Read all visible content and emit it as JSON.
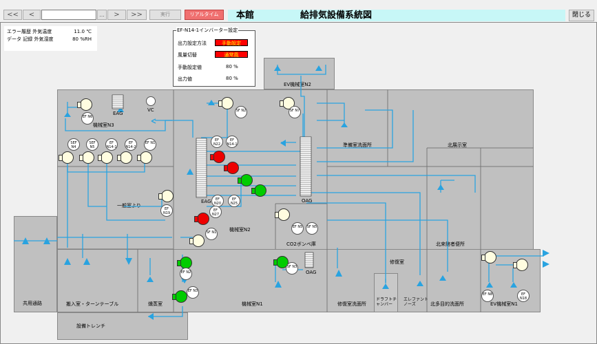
{
  "toolbar": {
    "first": "<<",
    "prev": "<",
    "date_value": "",
    "ellipsis": "...",
    "next": ">",
    "last": ">>",
    "run": "実行",
    "realtime": "リアルタイム",
    "building": "本館",
    "title": "給排気設備系統図",
    "close": "閉じる"
  },
  "weather": {
    "row1_label": "エラー履歴 外気温度",
    "row1_value": "11.0 ℃",
    "row2_label": "データ 記録 外気湿度",
    "row2_value": "80 %RH"
  },
  "inverter": {
    "title": "EF-N14-1インバーター設定",
    "mode_label": "出力設定方法",
    "mode_value": "手動設定",
    "switch_label": "風量切替",
    "switch_value": "通常風",
    "manual_label": "手動設定値",
    "manual_value": "80 %",
    "output_label": "出力値",
    "output_value": "80 %"
  },
  "rooms": {
    "ev_n2": "EV機械室N2",
    "mech_n3": "機械室N3",
    "mech_n2": "機械室N2",
    "mech_n1": "機械室N1",
    "co2": "CO2ボンベ庫",
    "from_general": "一般室より",
    "prep_toilet": "準備室洗面所",
    "exhibit": "北展示室",
    "north_conf": "北来館者便所",
    "sharedpass": "共用通路",
    "loading": "搬入室・ターンテーブル",
    "smoke": "燻蒸室",
    "repair_wash": "修復室洗面所",
    "repair": "修復室",
    "draft": "ドラフトチャンバー",
    "elevator": "エレファントノーズ",
    "north_toilet": "北多目的洗面所",
    "ev_n1": "EV機械室N1",
    "trench": "設備トレンチ"
  },
  "equip": {
    "eag_top": "EAG",
    "vc": "VC",
    "ef_n6": "EF N6",
    "sef_n4": "SEF N4",
    "sef_n5": "SEF N5",
    "ef_n14_1": "EF N14-1",
    "ef_n14_2": "EF N14-2",
    "ef_n1": "EF N1",
    "ef_n22": "EF N22",
    "ef_n14_1b": "EF N14-1",
    "sf_n2": "SF N2",
    "sf_n7": "SF N7",
    "eag_mid": "EAG",
    "oag_mid": "OAG",
    "ef_n19": "EF N19",
    "ef_n20": "EF N20",
    "ef_n25": "EF N25",
    "ef_n27": "EF N27",
    "sf_n1": "SF N1",
    "ef_n5": "EF N5",
    "sf_n5": "SF N5",
    "ef_n2": "EF N2",
    "ef_n3": "EF N3",
    "sf_n3": "SF N3",
    "oag_low": "OAG",
    "ef_n8": "EF N8",
    "ef_n18": "EF N18"
  },
  "colors": {
    "duct": "#29a3e0",
    "fan_on": "#00cc00",
    "fan_off": "#ee0000",
    "fan_idle": "#fffde0",
    "panel": "#c0c0c0",
    "title_bg": "#c7f7f7"
  }
}
